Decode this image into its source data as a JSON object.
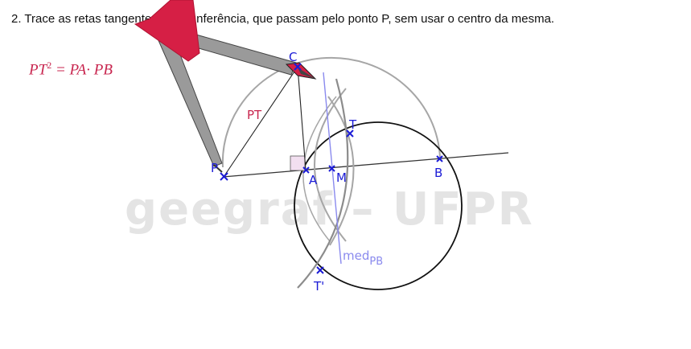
{
  "instruction": "2. Trace as retas tangentes à circunferência, que passam pelo ponto P, sem usar o centro da mesma.",
  "formula": {
    "lhs": "PT",
    "exponent": "2",
    "rhs": "= PA· PB"
  },
  "watermark": "geegraf – UFPR",
  "labels": {
    "C": "C",
    "P": "P",
    "A": "A",
    "M": "M",
    "B": "B",
    "T": "T",
    "T_prime": "T'",
    "PT": "PT",
    "med_main": "med",
    "med_sub": "PB"
  },
  "colors": {
    "point_blue": "#1b1bd6",
    "segment_pt": "#c8264f",
    "mediatrix": "#8a8aee",
    "arc_gray": "#a6a6a6",
    "compass_gray": "#9a9a9a",
    "compass_red": "#d61f45",
    "right_angle_fill": "#f2dff0"
  },
  "icons": [
    "compass-icon"
  ]
}
